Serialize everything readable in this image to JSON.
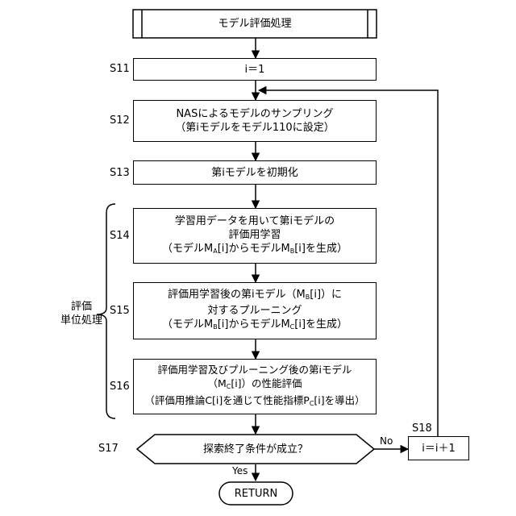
{
  "start": {
    "label": "モデル評価処理"
  },
  "steps": {
    "s11": {
      "id": "S11",
      "text": "i＝1"
    },
    "s12": {
      "id": "S12",
      "line1": "NASによるモデルのサンプリング",
      "line2": "（第iモデルをモデル110に設定）"
    },
    "s13": {
      "id": "S13",
      "text": "第iモデルを初期化"
    },
    "s14": {
      "id": "S14",
      "line1": "学習用データを用いて第iモデルの",
      "line2": "評価用学習",
      "line3": {
        "a": "（モデルM",
        "sub1": "A",
        "b": "[i]からモデルM",
        "sub2": "B",
        "c": "[i]を生成）"
      }
    },
    "s15": {
      "id": "S15",
      "line1": {
        "a": "評価用学習後の第iモデル（M",
        "sub": "B",
        "b": "[i]）に"
      },
      "line2": "対するプルーニング",
      "line3": {
        "a": "（モデルM",
        "sub1": "B",
        "b": "[i]からモデルM",
        "sub2": "C",
        "c": "[i]を生成）"
      }
    },
    "s16": {
      "id": "S16",
      "line1": "評価用学習及びプルーニング後の第iモデル",
      "line2": {
        "a": "（M",
        "sub": "C",
        "b": "[i]）の性能評価"
      },
      "line3": {
        "a": "（評価用推論C[i]を通じて性能指標P",
        "sub": "C",
        "b": "[i]を導出）"
      }
    },
    "s17": {
      "id": "S17",
      "text": "探索終了条件が成立？"
    },
    "s18": {
      "id": "S18",
      "text": "i＝i＋1"
    }
  },
  "labels": {
    "no": "No",
    "yes": "Yes",
    "group_line1": "評価",
    "group_line2": "単位処理"
  },
  "end": {
    "label": "RETURN"
  }
}
